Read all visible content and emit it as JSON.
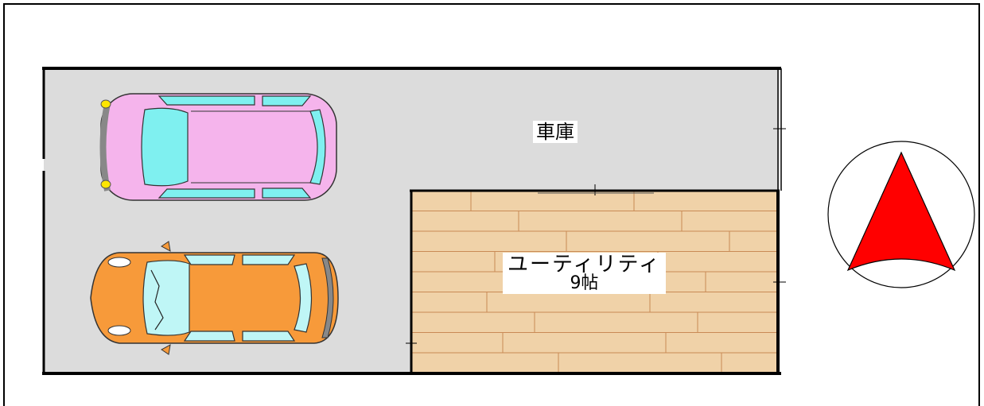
{
  "rooms": {
    "garage": {
      "label": "車庫"
    },
    "utility": {
      "label": "ユーティリティ",
      "size": "9帖"
    }
  },
  "cars": [
    {
      "name": "pink-car",
      "body_color": "#f5b4ec",
      "glass_color": "#7ff0f0"
    },
    {
      "name": "orange-car",
      "body_color": "#f79a3a",
      "glass_color": "#bff6f6"
    }
  ],
  "north_arrow": {
    "fill_color": "#ff0000"
  },
  "colors": {
    "floor_gray": "#dcdcdc",
    "wood_floor": "#f0d2a8",
    "wood_line": "#c98a55"
  }
}
